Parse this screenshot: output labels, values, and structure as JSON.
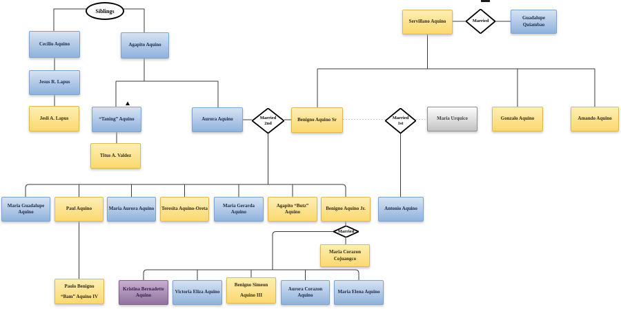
{
  "diagram": "Aquino family tree",
  "palette": {
    "male_blue_top": "#d6e2f3",
    "male_blue_bottom": "#8fb2dc",
    "blue_border": "#7ea3cd",
    "yellow_top": "#fdeeb4",
    "yellow_bottom": "#fbd96f",
    "yellow_border": "#dfb84f",
    "gray_top": "#fdfdfd",
    "gray_bottom": "#c3c3c3",
    "gray_border": "#8f8f8f",
    "purple_top": "#c7aed0",
    "purple_bottom": "#91739f",
    "purple_border": "#7c5f8d",
    "line": "#3a3a3a",
    "dotted_line": "#bfbfbf"
  },
  "nodes": {
    "siblings": {
      "label": "Siblings"
    },
    "cecilio": {
      "label": "Cecilio Aquino"
    },
    "agapito": {
      "label": "Agapito Aquino"
    },
    "jesus": {
      "label": "Jesus R. Lapus"
    },
    "jesli": {
      "label": "Jesli A. Lapus"
    },
    "taning": {
      "label": "“Taning” Aquino"
    },
    "titus": {
      "label": "Titus A. Valdez"
    },
    "aurora": {
      "label": "Aurora Aquino"
    },
    "married_2nd": {
      "label": [
        "Married",
        "2nd"
      ]
    },
    "benigno_sr": {
      "label": "Benigno Aquino Sr"
    },
    "married_1st": {
      "label": [
        "Married",
        "1st"
      ]
    },
    "maria_urquico": {
      "label": "Maria Urquico"
    },
    "gonzalo": {
      "label": "Gonzalo Aquino"
    },
    "amando": {
      "label": "Amando Aquino"
    },
    "servillano": {
      "label": "Servillano Aquino"
    },
    "married_top": {
      "label": "Married"
    },
    "guadalupe": {
      "label": [
        "Guadalupe",
        "Quiambao"
      ]
    },
    "maria_guadalupe": {
      "label": [
        "Maria Guadalupe",
        "Aquino"
      ]
    },
    "paul": {
      "label": "Paul Aquino"
    },
    "maria_aurora": {
      "label": "Maria Aurora Aquino"
    },
    "teresita": {
      "label": "Teresita Aquino-Oreta"
    },
    "maria_gerarda": {
      "label": [
        "Maria Gerarda",
        "Aquino"
      ]
    },
    "agapito_butz": {
      "label": [
        "Agapito “Butz”",
        "Aquino"
      ]
    },
    "benigno_jr": {
      "label": "Benigno Aquino Jr."
    },
    "antonio": {
      "label": "Antonio Aquino"
    },
    "married_jr": {
      "label": "Married"
    },
    "maria_corazon": {
      "label": [
        "Maria Corazon",
        "Cojuangco"
      ]
    },
    "paolo": {
      "label": [
        "Paolo Benigno",
        "“Bam” Aquino IV"
      ]
    },
    "kristina": {
      "label": [
        "Kristina Bernadette",
        "Aquino"
      ]
    },
    "victoria": {
      "label": "Victoria Eliza Aquino"
    },
    "benigno_iii": {
      "label": [
        "Benigno Simeon",
        "Aquino III"
      ]
    },
    "aurora_corazon": {
      "label": [
        "Aurora Corazon",
        "Aquino"
      ]
    },
    "maria_elena": {
      "label": "Maria Elena Aquino"
    }
  }
}
